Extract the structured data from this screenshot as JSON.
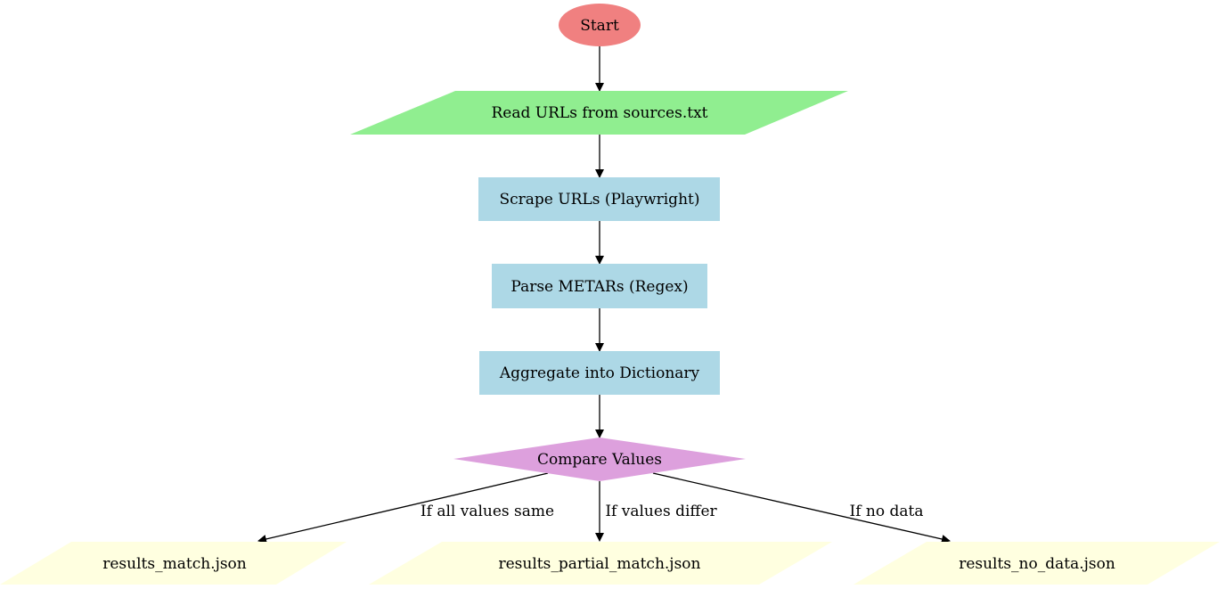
{
  "nodes": {
    "start": {
      "label": "Start",
      "shape": "ellipse",
      "color": "#f08080"
    },
    "read": {
      "label": "Read URLs from sources.txt",
      "shape": "parallelogram",
      "color": "#90ee90"
    },
    "scrape": {
      "label": "Scrape URLs (Playwright)",
      "shape": "rectangle",
      "color": "#add8e6"
    },
    "parse": {
      "label": "Parse METARs (Regex)",
      "shape": "rectangle",
      "color": "#add8e6"
    },
    "aggregate": {
      "label": "Aggregate into Dictionary",
      "shape": "rectangle",
      "color": "#add8e6"
    },
    "compare": {
      "label": "Compare Values",
      "shape": "diamond",
      "color": "#dda0dd"
    },
    "match": {
      "label": "results_match.json",
      "shape": "parallelogram",
      "color": "#ffffe0"
    },
    "partial": {
      "label": "results_partial_match.json",
      "shape": "parallelogram",
      "color": "#ffffe0"
    },
    "nodata": {
      "label": "results_no_data.json",
      "shape": "parallelogram",
      "color": "#ffffe0"
    }
  },
  "edges": {
    "all_same": "If all values same",
    "differ": "If values differ",
    "no_data": "If no data"
  }
}
